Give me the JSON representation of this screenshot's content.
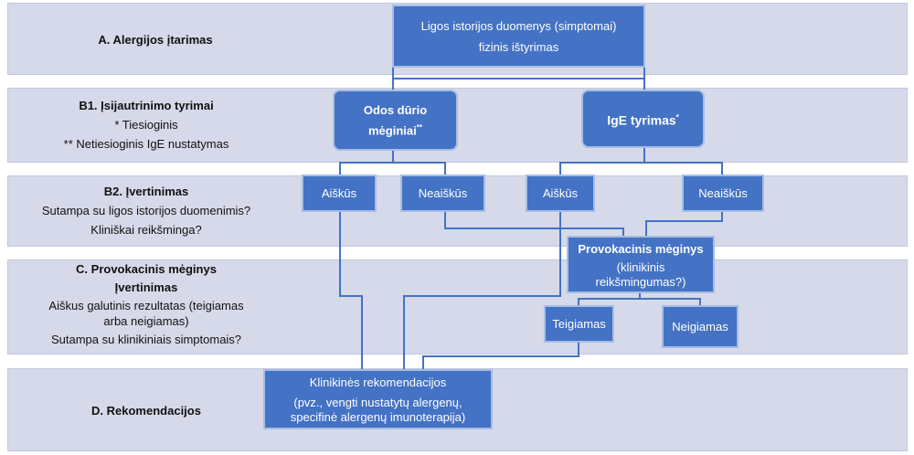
{
  "rows": {
    "a": {
      "title": "A. Alergijos įtarimas"
    },
    "b1": {
      "title": "B1. Įsijautrinimo tyrimai",
      "line1": "* Tiesioginis",
      "line2": "** Netiesioginis IgE nustatymas"
    },
    "b2": {
      "title": "B2. Įvertinimas",
      "line1": "Sutampa su ligos istorijos duomenimis?",
      "line2": "Kliniškai reikšminga?"
    },
    "c": {
      "title": "C. Provokacinis mėginys",
      "subtitle": "Įvertinimas",
      "line1": "Aiškus galutinis rezultatas (teigiamas arba neigiamas)",
      "line2": "Sutampa su klinikiniais simptomais?"
    },
    "d": {
      "title": "D. Rekomendacijos"
    }
  },
  "boxes": {
    "history": {
      "line1": "Ligos istorijos duomenys (simptomai)",
      "line2": "fizinis ištyrimas"
    },
    "skin": {
      "text": "Odos dūrio mėginiai",
      "mark": "**"
    },
    "ige": {
      "text": "IgE tyrimas",
      "mark": "*"
    },
    "clear1": "Aiškūs",
    "unclear1": "Neaiškūs",
    "clear2": "Aiškūs",
    "unclear2": "Neaiškūs",
    "provocation": {
      "title": "Provokacinis mėginys",
      "line2": "(klinikinis reikšmingumas?)"
    },
    "positive": "Teigiamas",
    "negative": "Neigiamas",
    "recommendations": {
      "title": "Klinikinės rekomendacijos",
      "line2": "(pvz., vengti nustatytų alergenų, specifinė alergenų imunoterapija)"
    }
  },
  "colors": {
    "band": "#d6d9e9",
    "box": "#4472c4",
    "connector": "#4472c4"
  }
}
